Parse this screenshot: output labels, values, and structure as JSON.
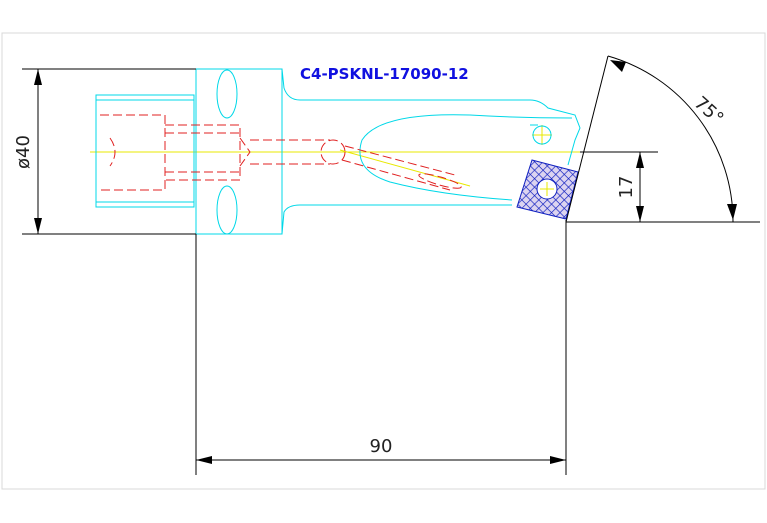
{
  "drawing": {
    "part_number": "C4-PSKNL-17090-12",
    "dimensions": {
      "diameter": "ø40",
      "height": "17",
      "length": "90",
      "angle": "75°"
    }
  },
  "colors": {
    "outline": "#00d8e8",
    "hidden_lines": "#e02020",
    "centerline": "#e8e800",
    "dimension": "#000000",
    "insert_hatch": "#0000c0",
    "insert_body": "#e0d8f0",
    "title": "#1010e0",
    "frame": "#d8d8d8"
  },
  "icons": {
    "arrowheads": "dimension-arrow-icon",
    "hatch": "crosshatch-pattern"
  }
}
